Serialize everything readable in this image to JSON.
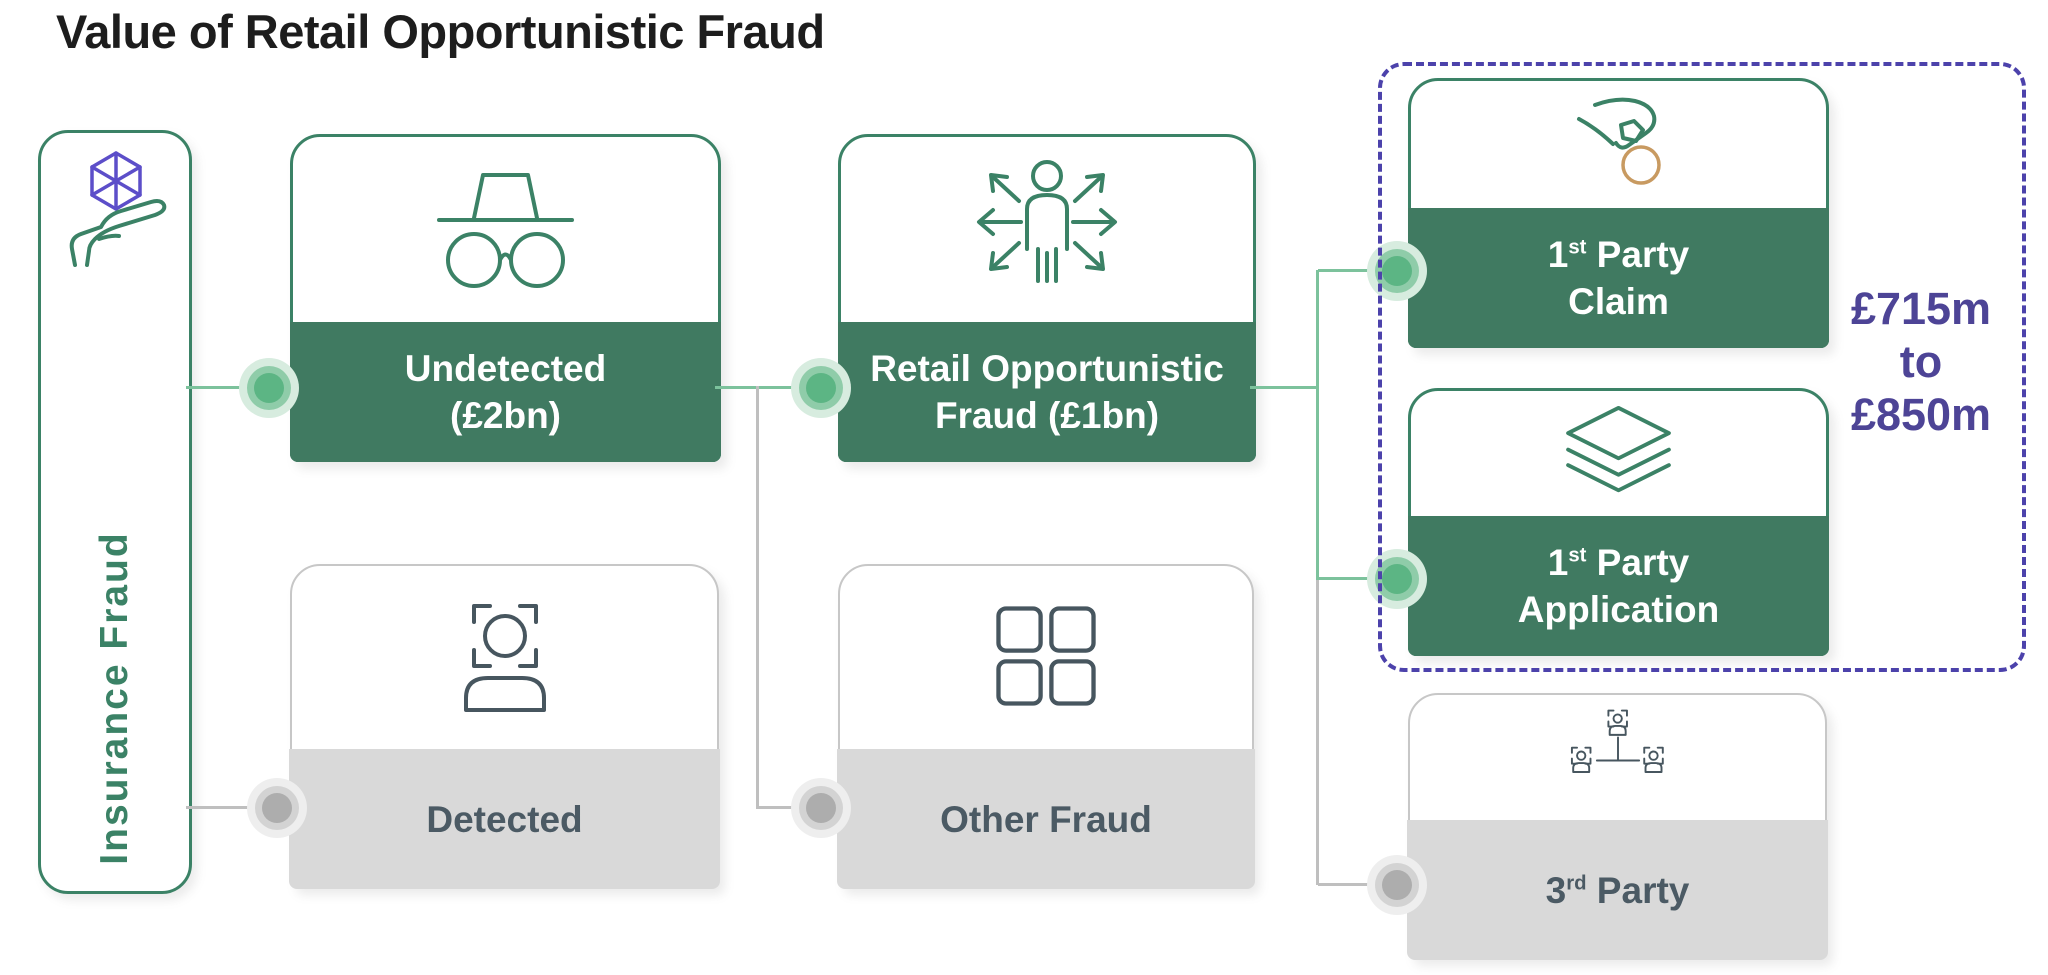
{
  "title": "Value of Retail Opportunistic Fraud",
  "root": {
    "label": "Insurance Fraud",
    "icon": "hand-cube-icon"
  },
  "nodes": {
    "undetected": {
      "line1": "Undetected",
      "line2": "(£2bn)",
      "icon": "incognito-icon",
      "variant": "green"
    },
    "detected": {
      "label": "Detected",
      "icon": "face-scan-icon",
      "variant": "gray"
    },
    "retail": {
      "line1": "Retail Opportunistic",
      "line2": "Fraud (£1bn)",
      "icon": "person-arrows-icon",
      "variant": "green"
    },
    "other": {
      "label": "Other Fraud",
      "icon": "grid-icon",
      "variant": "gray"
    },
    "claim": {
      "num": "1",
      "ordinal": "st",
      "rest": " Party",
      "line2": "Claim",
      "icon": "coin-drop-icon",
      "variant": "green"
    },
    "application": {
      "num": "1",
      "ordinal": "st",
      "rest": " Party",
      "line2": "Application",
      "icon": "layers-icon",
      "variant": "green"
    },
    "third": {
      "num": "3",
      "ordinal": "rd",
      "rest": " Party",
      "icon": "org-people-icon",
      "variant": "gray"
    }
  },
  "range": {
    "line1": "£715m",
    "line2": "to",
    "line3": "£850m"
  },
  "colors": {
    "green_band": "#407a61",
    "green_border": "#3b8266",
    "green_node": "#5cb584",
    "green_line": "#7cc29c",
    "gray_band": "#d9d9d9",
    "gray_line": "#bfbfbf",
    "slate_text": "#4b5a64",
    "purple_dash": "#4c42ab",
    "purple_text": "#4d4496",
    "coin_orange": "#c89a61",
    "cube_purple": "#5c4ec9",
    "title_color": "#1d1d1d"
  }
}
